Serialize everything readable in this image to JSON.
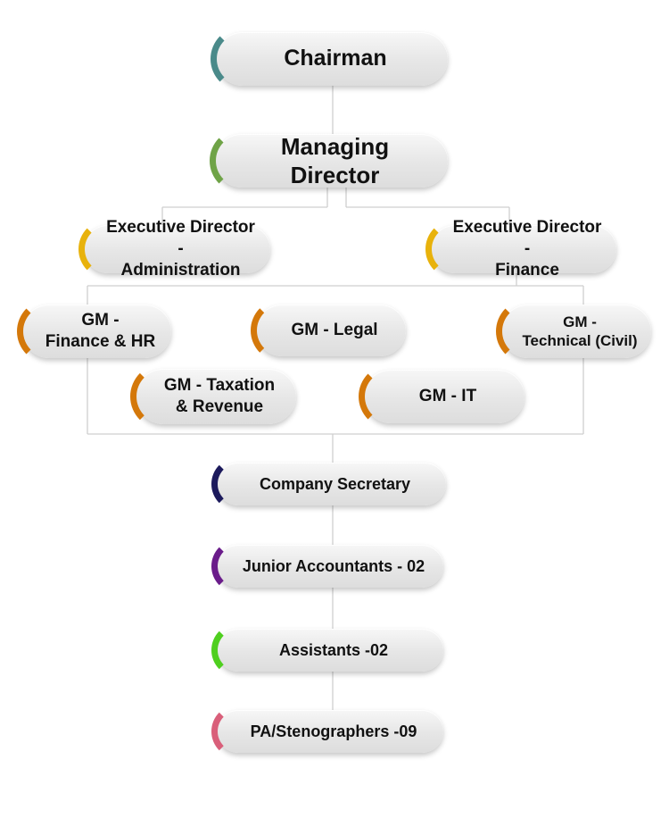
{
  "nodes": {
    "chairman": {
      "label": "Chairman",
      "accent": "#4a8a8a"
    },
    "managing_director": {
      "label": "Managing Director",
      "accent": "#6fa347"
    },
    "ed_admin": {
      "label": "Executive Director -\nAdministration",
      "accent": "#e8b20c"
    },
    "ed_finance": {
      "label": "Executive Director -\nFinance",
      "accent": "#e8b20c"
    },
    "gm_finance_hr": {
      "label": "GM -\nFinance & HR",
      "accent": "#d4780a"
    },
    "gm_legal": {
      "label": "GM - Legal",
      "accent": "#d4780a"
    },
    "gm_technical": {
      "label": "GM -\nTechnical (Civil)",
      "accent": "#d4780a"
    },
    "gm_taxation": {
      "label": "GM - Taxation\n& Revenue",
      "accent": "#d4780a"
    },
    "gm_it": {
      "label": "GM - IT",
      "accent": "#d4780a"
    },
    "company_secretary": {
      "label": "Company Secretary",
      "accent": "#1c1a5c"
    },
    "junior_accountants": {
      "label": "Junior Accountants - 02",
      "accent": "#6a1c8a"
    },
    "assistants": {
      "label": "Assistants -02",
      "accent": "#4fcf1f"
    },
    "pa_stenographers": {
      "label": "PA/Stenographers -09",
      "accent": "#d95f7a"
    }
  }
}
